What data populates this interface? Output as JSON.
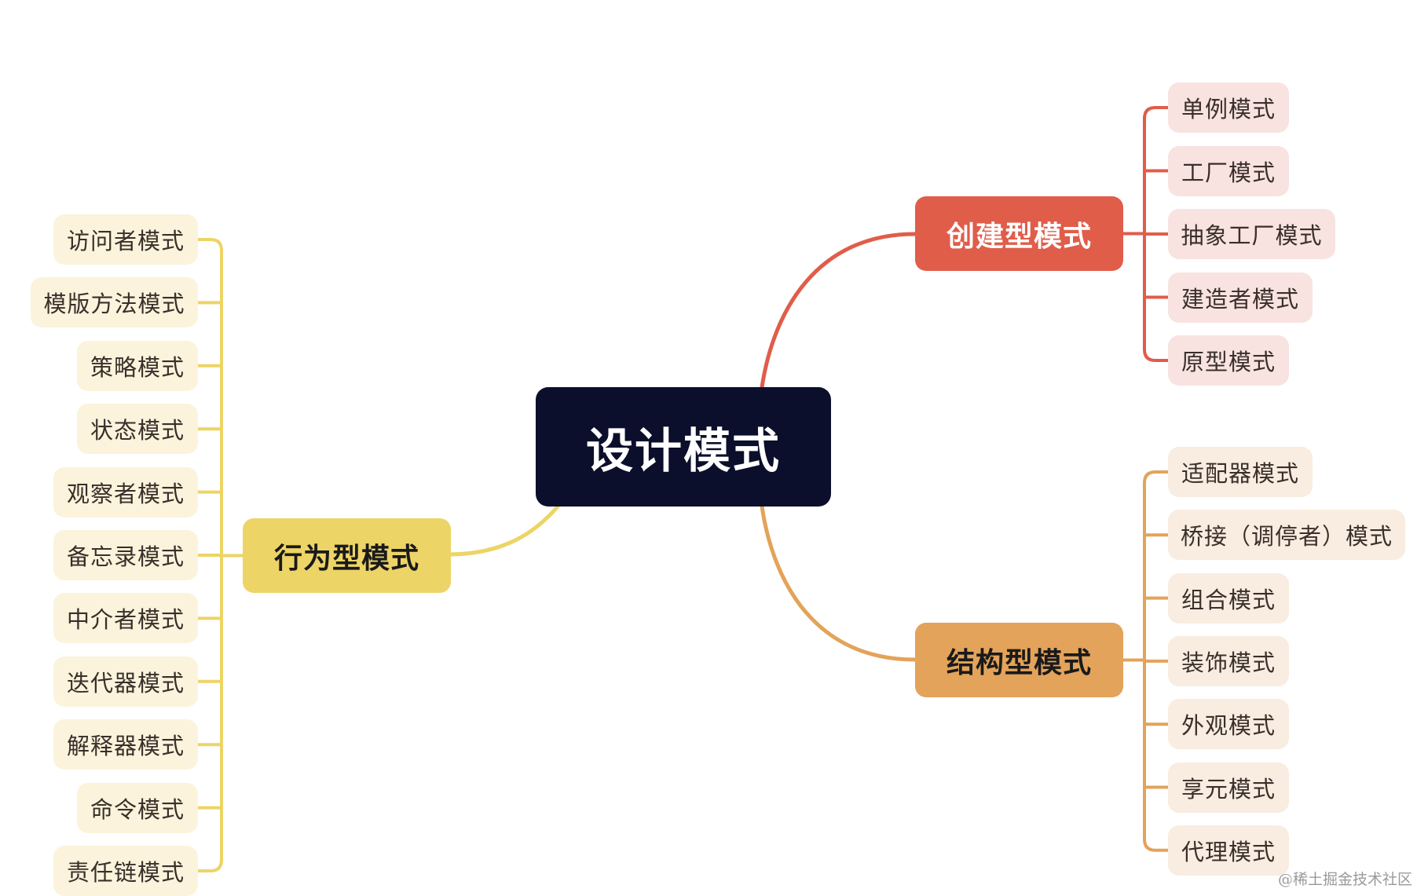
{
  "root": {
    "label": "设计模式"
  },
  "branches": {
    "creational": {
      "label": "创建型模式",
      "color": "#e05d4a",
      "leaf_bg": "#f8e3e0",
      "items": [
        "单例模式",
        "工厂模式",
        "抽象工厂模式",
        "建造者模式",
        "原型模式"
      ]
    },
    "structural": {
      "label": "结构型模式",
      "color": "#e3a35a",
      "leaf_bg": "#f9ece0",
      "items": [
        "适配器模式",
        "桥接（调停者）模式",
        "组合模式",
        "装饰模式",
        "外观模式",
        "享元模式",
        "代理模式"
      ]
    },
    "behavioral": {
      "label": "行为型模式",
      "color": "#edd466",
      "leaf_bg": "#fbf3dc",
      "items": [
        "访问者模式",
        "模版方法模式",
        "策略模式",
        "状态模式",
        "观察者模式",
        "备忘录模式",
        "中介者模式",
        "迭代器模式",
        "解释器模式",
        "命令模式",
        "责任链模式"
      ]
    }
  },
  "watermark": "@稀土掘金技术社区"
}
